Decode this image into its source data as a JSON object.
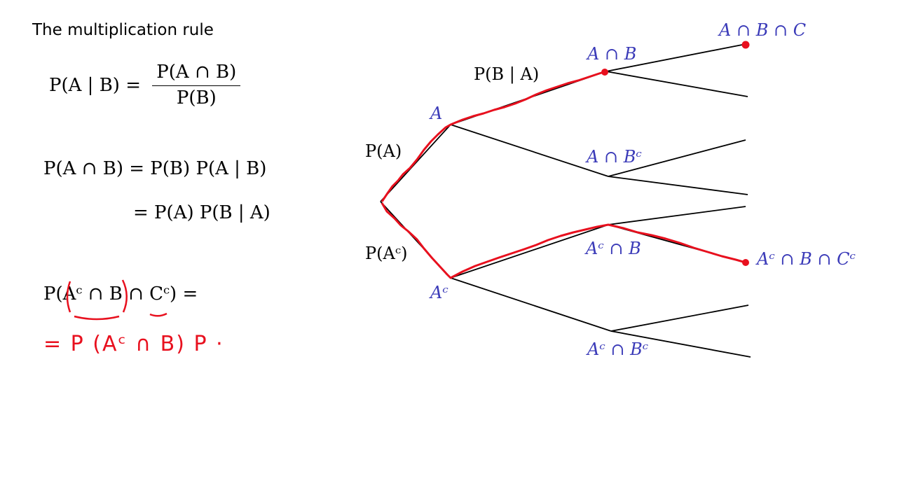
{
  "title": "The multiplication rule",
  "equations": {
    "cond_lhs": "P(A | B) =",
    "cond_num": "P(A ∩ B)",
    "cond_den": "P(B)",
    "mult1": "P(A ∩ B) = P(B) P(A | B)",
    "mult2": "= P(A) P(B | A)",
    "query": "P(Aᶜ ∩ B ∩ Cᶜ) ="
  },
  "handwriting": "= P (Aᶜ ∩ B) P ·",
  "tree_labels": {
    "p_a": "P(A)",
    "p_ac": "P(Aᶜ)",
    "p_b_given_a": "P(B | A)",
    "a": "A",
    "ac": "Aᶜ",
    "a_and_b": "A ∩ B",
    "a_and_bc": "A ∩ Bᶜ",
    "ac_and_b": "Aᶜ ∩ B",
    "ac_and_bc": "Aᶜ ∩ Bᶜ",
    "a_b_c": "A ∩ B ∩ C",
    "ac_b_cc": "Aᶜ ∩ B ∩ Cᶜ"
  },
  "colors": {
    "event_a": "#3a3ab8",
    "event_b": "#d4145a",
    "highlight": "#e8101e"
  }
}
